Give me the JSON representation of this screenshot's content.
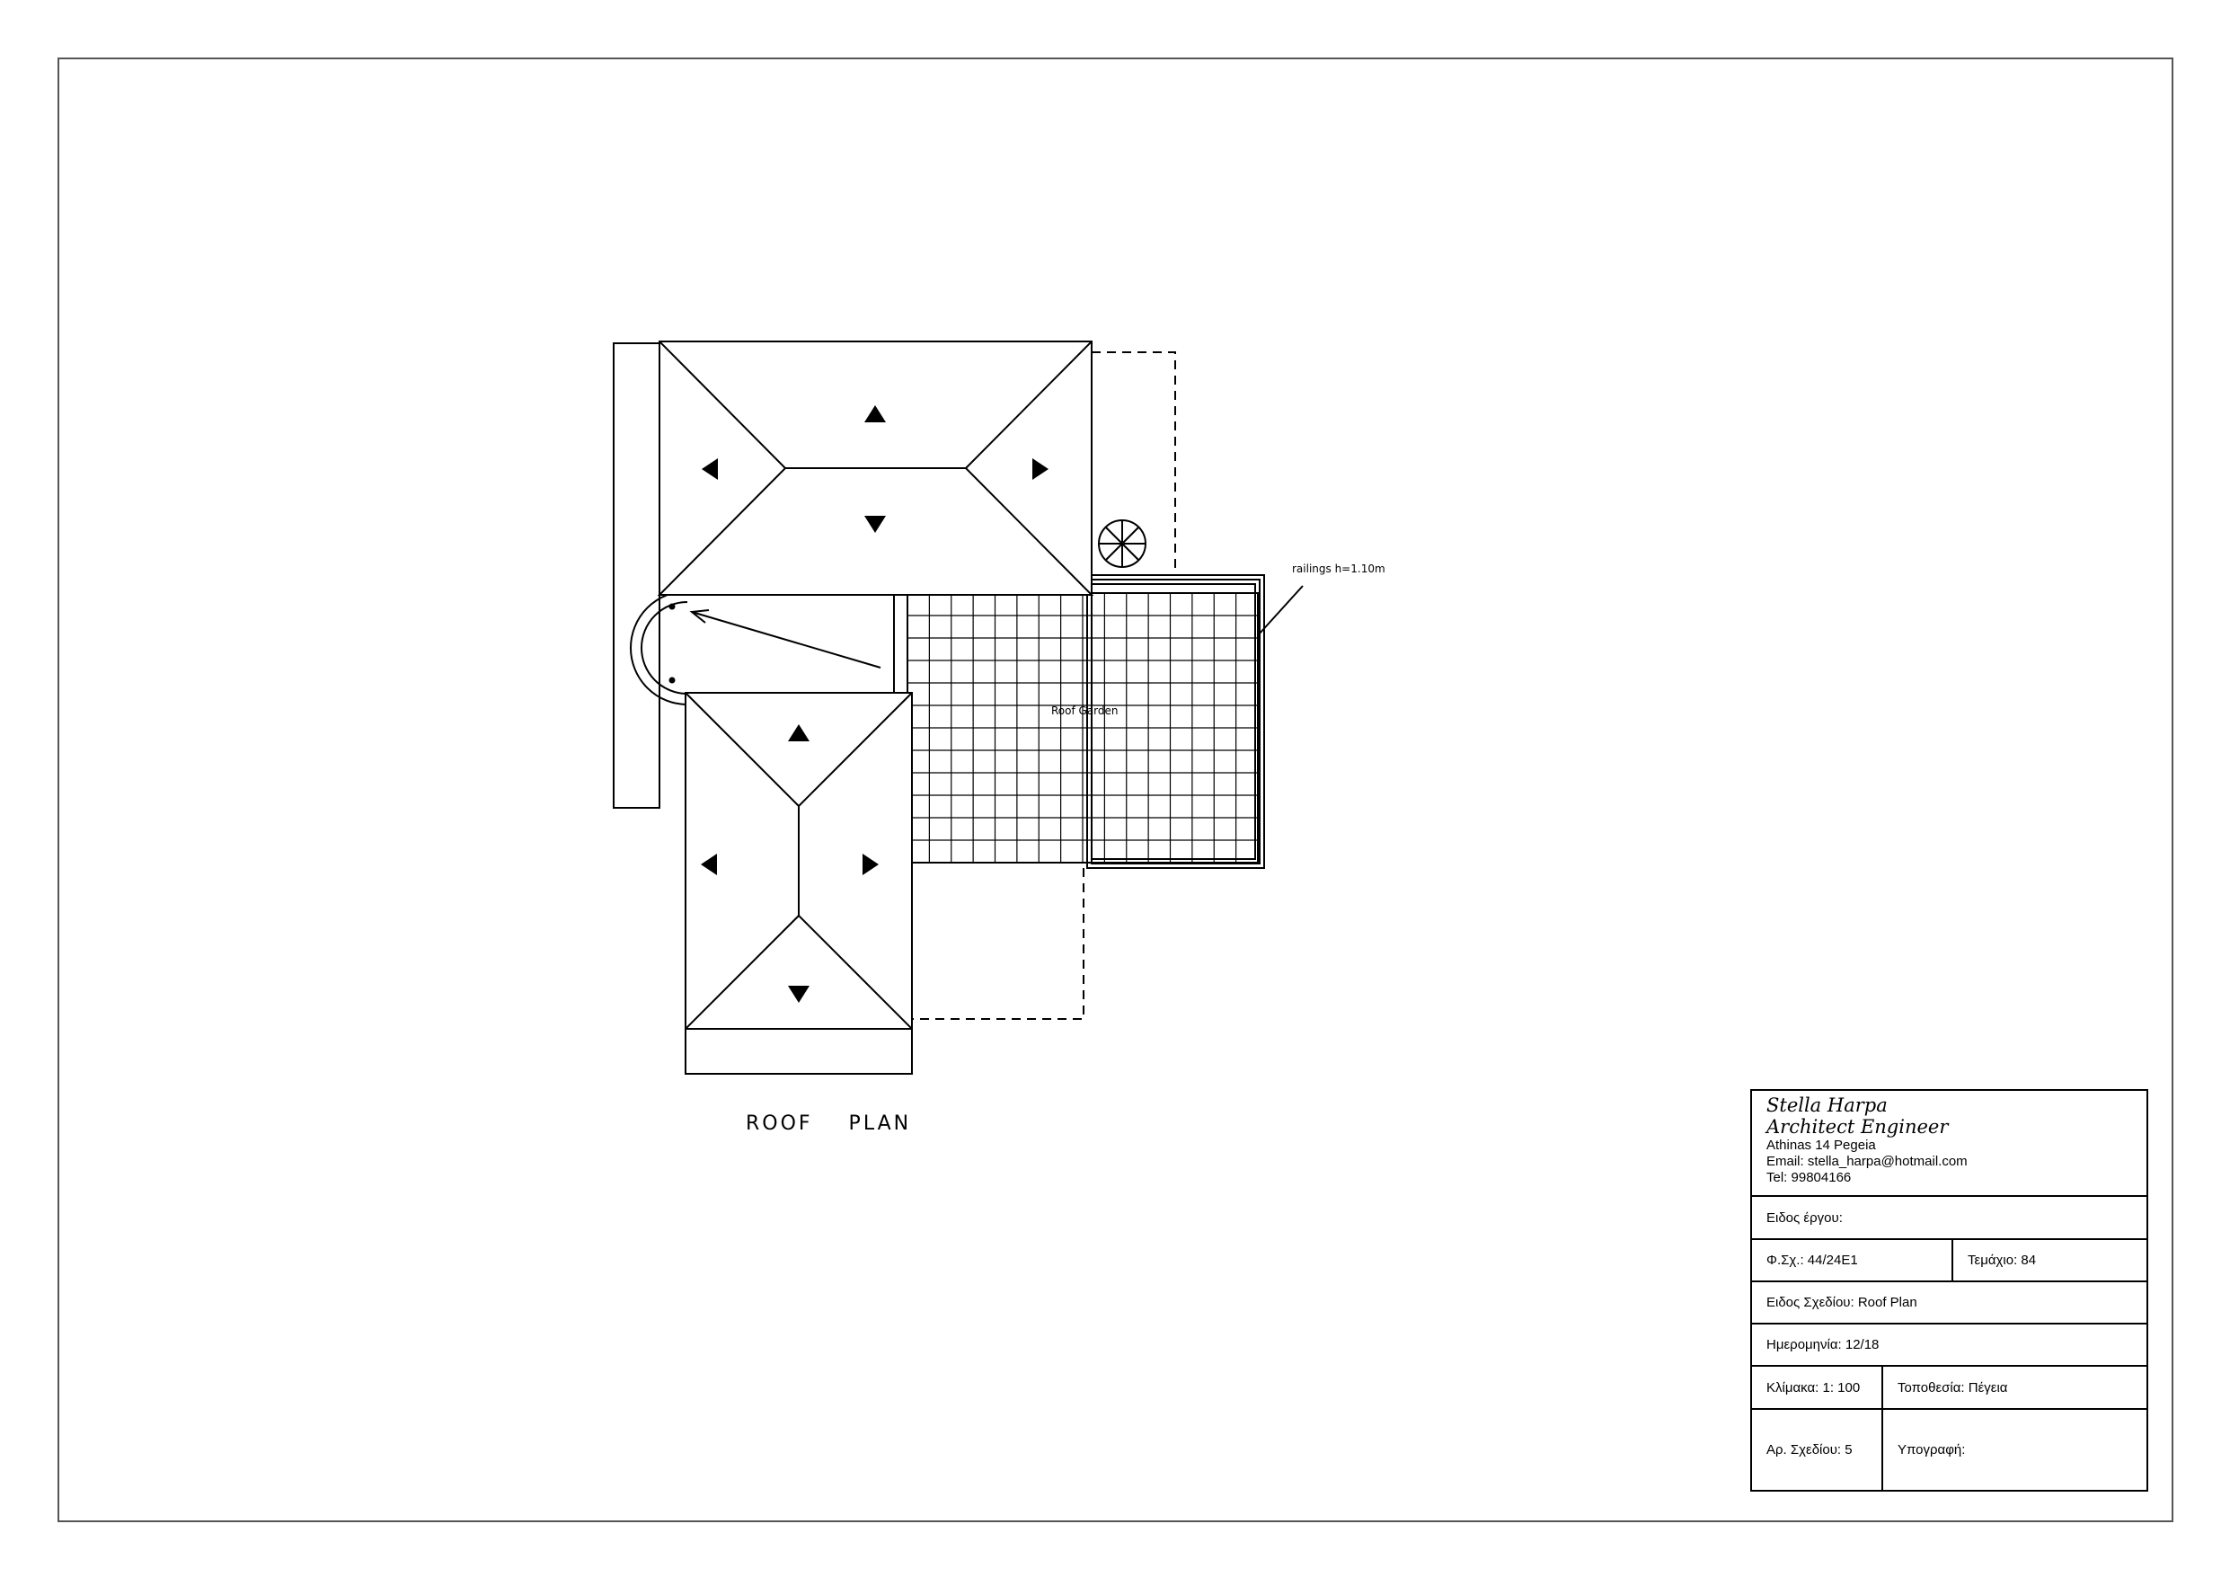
{
  "drawing": {
    "plan_title": "ROOF    PLAN",
    "annotations": {
      "railings": "railings h=1.10m",
      "roof_garden": "Roof Garden"
    }
  },
  "title_block": {
    "company_name": "Stella Harpa",
    "company_role": "Architect Engineer",
    "address": "Athinas 14 Pegeia",
    "email": "Email: stella_harpa@hotmail.com",
    "phone": "Tel: 99804166",
    "project_type": "Ειδος έργου:",
    "sheet_ref": "Φ.Σχ.:  44/24Ε1",
    "plot": "Τεμάχιο: 84",
    "drawing_type": "Ειδος Σχεδίου: Roof Plan",
    "date": "Ημερομηνία:  12/18",
    "scale": "Κλίμακα: 1: 100",
    "location": "Τοποθεσία: Πέγεια",
    "drawing_number": "Αρ. Σχεδίου: 5",
    "signature_label": "Υπογραφή:"
  }
}
